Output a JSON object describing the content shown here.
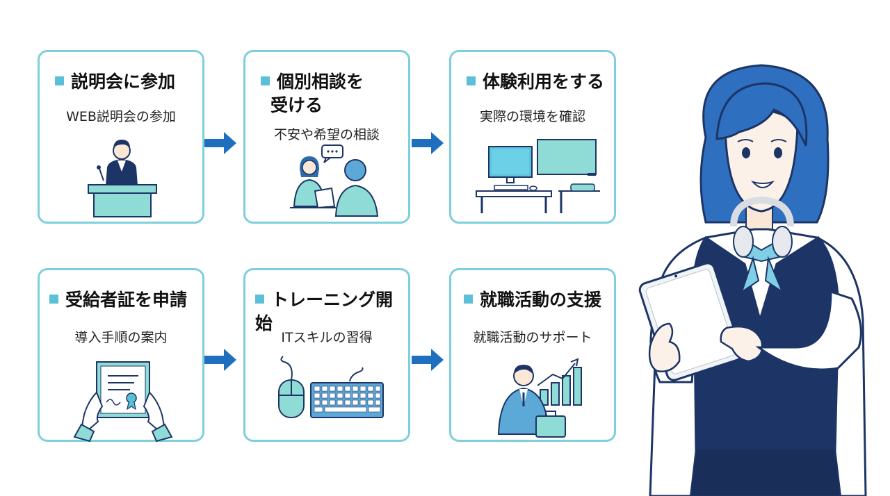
{
  "steps": [
    {
      "title": "説明会に参加",
      "subtitle": "WEB説明会の参加"
    },
    {
      "title_line1": "個別相談を",
      "title_line2": "受ける",
      "subtitle": "不安や希望の相談"
    },
    {
      "title": "体験利用をする",
      "subtitle": "実際の環境を確認"
    },
    {
      "title": "受給者証を申請",
      "subtitle": "導入手順の案内"
    },
    {
      "title": "トレーニング開始",
      "subtitle": "ITスキルの習得"
    },
    {
      "title": "就職活動の支援",
      "subtitle": "就職活動のサポート"
    }
  ],
  "icons": [
    "presenter-icon",
    "consultation-icon",
    "computer-desk-icon",
    "certificate-icon",
    "mouse-keyboard-icon",
    "career-growth-icon",
    "arrow-right-icon",
    "staff-with-tablet"
  ],
  "colors": {
    "border": "#7ecfdc",
    "accent": "#5cbfd8",
    "arrow": "#1f6fbf",
    "navy": "#1d3566",
    "mint": "#8fdbd5"
  }
}
